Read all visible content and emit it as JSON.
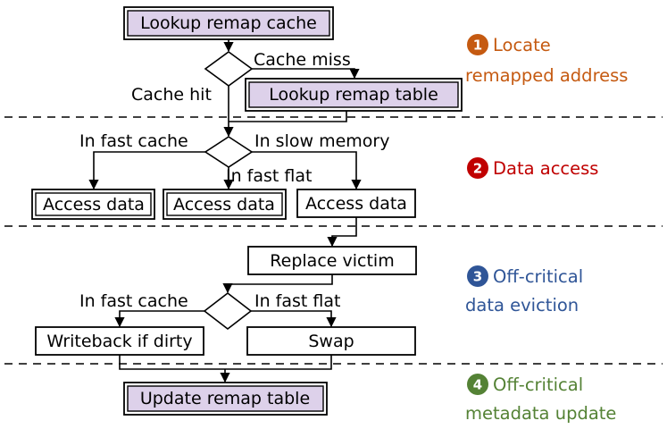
{
  "phases": [
    {
      "number": "1",
      "line1": "Locate",
      "line2": "remapped address",
      "color": "#c55a11"
    },
    {
      "number": "2",
      "line1": "Data access",
      "line2": "",
      "color": "#c00000"
    },
    {
      "number": "3",
      "line1": "Off-critical",
      "line2": "data eviction",
      "color": "#2f5597"
    },
    {
      "number": "4",
      "line1": "Off-critical",
      "line2": "metadata update",
      "color": "#548235"
    }
  ],
  "nodes": {
    "lookup_cache": "Lookup remap cache",
    "lookup_table": "Lookup remap table",
    "access_fast_cache": "Access data",
    "access_fast_flat": "Access data",
    "access_slow": "Access data",
    "replace_victim": "Replace victim",
    "writeback": "Writeback if dirty",
    "swap": "Swap",
    "update_table": "Update remap table"
  },
  "edges": {
    "cache_miss": "Cache miss",
    "cache_hit": "Cache hit",
    "in_fast_cache_1": "In fast cache",
    "in_slow_memory": "In slow memory",
    "in_fast_flat_1": "In fast flat",
    "in_fast_cache_2": "In fast cache",
    "in_fast_flat_2": "In fast flat"
  },
  "colors": {
    "highlight_fill": "#ddd1ea",
    "line": "#000000"
  }
}
